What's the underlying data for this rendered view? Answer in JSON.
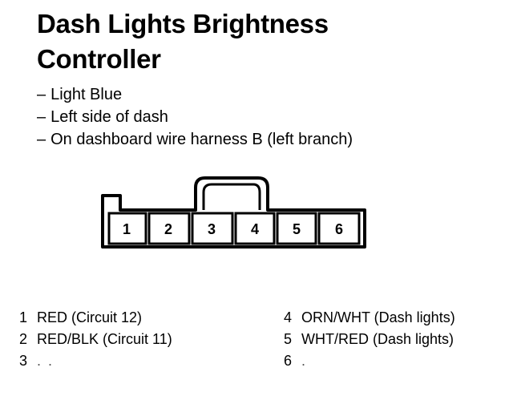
{
  "title": {
    "line1": "Dash Lights Brightness",
    "line2": "Controller"
  },
  "bullets": [
    "Light Blue",
    "Left side of dash",
    "On dashboard wire harness B (left branch)"
  ],
  "bullet_marker": "–",
  "connector": {
    "pins": [
      "1",
      "2",
      "3",
      "4",
      "5",
      "6"
    ]
  },
  "pin_list": {
    "left": [
      {
        "num": "1",
        "desc": "RED (Circuit 12)"
      },
      {
        "num": "2",
        "desc": "RED/BLK (Circuit 11)"
      },
      {
        "num": "3",
        "desc": ". ."
      }
    ],
    "right": [
      {
        "num": "4",
        "desc": "ORN/WHT (Dash lights)"
      },
      {
        "num": "5",
        "desc": "WHT/RED (Dash lights)"
      },
      {
        "num": "6",
        "desc": "."
      }
    ]
  }
}
